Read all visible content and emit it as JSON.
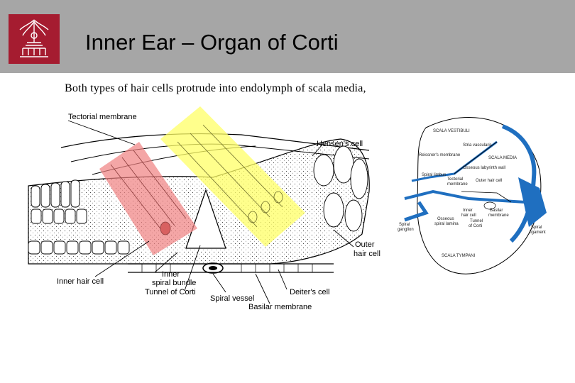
{
  "header": {
    "title": "Inner Ear – Organ of Corti",
    "bg_color": "#a6a6a6",
    "logo_color": "#a51c30"
  },
  "subtitle": "Both types of hair cells protrude into endolymph of scala media,",
  "diagram_main": {
    "labels": {
      "tectorial_membrane": "Tectorial membrane",
      "hensens_cell": "Hensen's cell",
      "outer_hair_cell_1": "Outer",
      "outer_hair_cell_2": "hair cell",
      "inner_hair_cell": "Inner hair cell",
      "inner_spiral_bundle_1": "Inner",
      "inner_spiral_bundle_2": "spiral bundle",
      "tunnel_of_corti": "Tunnel of Corti",
      "spiral_vessel": "Spiral vessel",
      "deiters_cell": "Deiter's cell",
      "basilar_membrane": "Basilar membrane"
    },
    "highlight_inner_color": "#f08080",
    "highlight_outer_color": "#ffff66"
  },
  "diagram_cochlea": {
    "labels": {
      "scala_vestibuli": "SCALA VESTIBULI",
      "stria_vascularis": "Stria vascularis",
      "reissners_membrane": "Reissner's membrane",
      "scala_media": "SCALA MEDIA",
      "osseous_labyrinth_wall": "Osseous labyrinth wall",
      "spiral_limbus": "Spiral limbus",
      "tectorial_membrane_1": "Tectorial",
      "tectorial_membrane_2": "membrane",
      "outer_hair_cell": "Outer hair cell",
      "inner_hair_cell_1": "Inner",
      "inner_hair_cell_2": "hair cell",
      "basilar_membrane_1": "Basilar",
      "basilar_membrane_2": "membrane",
      "osseous_spiral_lamina_1": "Osseous",
      "osseous_spiral_lamina_2": "spiral lamina",
      "tunnel_of_corti_1": "Tunnel",
      "tunnel_of_corti_2": "of Corti",
      "spiral_ganglion_1": "Spiral",
      "spiral_ganglion_2": "ganglion",
      "spiral_ligament_1": "Spiral",
      "spiral_ligament_2": "ligament",
      "scala_tympani": "SCALA TYMPANI"
    },
    "accent_color": "#1f6fc0"
  }
}
